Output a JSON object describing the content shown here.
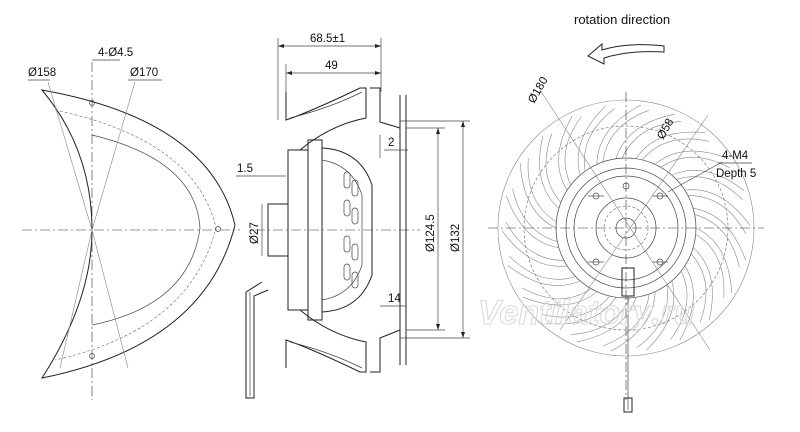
{
  "drawing": {
    "rotation_label": "rotation direction",
    "watermark": "Ventilatory.ru",
    "left_view": {
      "dim_d158": "Ø158",
      "dim_holes": "4-Ø4.5",
      "dim_d170": "Ø170"
    },
    "side_view": {
      "dim_len_total": "68.5±1",
      "dim_len_49": "49",
      "dim_2": "2",
      "dim_1_5": "1.5",
      "dim_d27": "Ø27",
      "dim_d124_5": "Ø124.5",
      "dim_d132": "Ø132",
      "dim_14": "14"
    },
    "front_view": {
      "dim_d180": "Ø180",
      "dim_d58": "Ø58",
      "thread": "4-M4",
      "depth": "Depth 5"
    }
  }
}
